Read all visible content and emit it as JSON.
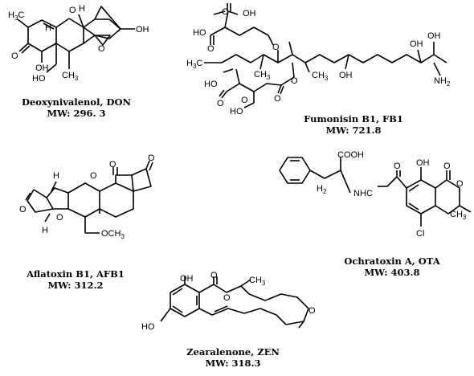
{
  "compounds": {
    "don": {
      "name": "Deoxynivalenol,   DON",
      "mw": "MW: 296. 3",
      "atoms": {
        "h3c": "H",
        "h3c_sub": "3",
        "h3c_c": "C",
        "o_ring": "O",
        "h_top": "H",
        "h_left": "H",
        "oh_right": "OH",
        "o_epox": "O",
        "o_ketone": "O",
        "oh_mid": "OH",
        "ho_bottom": "HO",
        "ch3_bottom": "CH",
        "ch3_sub": "3"
      }
    },
    "fb1": {
      "name": "Fumonisin B1, FB1",
      "mw": "MW: 721.8",
      "atoms": {
        "o_top": "O",
        "oh_top": "OH",
        "ho_left1": "HO",
        "o_left1": "O",
        "o_ester1": "O",
        "h3c": "H",
        "h3c_sub": "3",
        "h3c_c": "C",
        "ch3_a": "CH",
        "ch3_a_sub": "3",
        "ch3_b": "CH",
        "ch3_b_sub": "3",
        "oh_mid": "OH",
        "oh_right1": "OH",
        "oh_right2": "OH",
        "nh2": "NH",
        "nh2_sub": "2",
        "o_ester2": "O",
        "o_left2": "O",
        "ho_left2": "HO",
        "o_carb": "O",
        "ho_bottom": "HO",
        "o_bottom": "O"
      }
    },
    "afb1": {
      "name": "Aflatoxin B1, AFB1",
      "mw": "MW: 312.2",
      "atoms": {
        "o_top1": "O",
        "o_top2": "O",
        "o_ring": "O",
        "h_top": "H",
        "o_furan1": "O",
        "o_furan2": "O",
        "h_bottom": "H",
        "och3": "OCH",
        "och3_sub": "3"
      }
    },
    "ota": {
      "name": "Ochratoxin A, OTA",
      "mw": "MW: 403.8",
      "atoms": {
        "cooh": "COOH",
        "oh": "OH",
        "o_ketone": "O",
        "h2": "H",
        "h2_sub": "2",
        "nh": "NH",
        "c": "C",
        "o_amide": "O",
        "o_ring": "O",
        "ch3": "CH",
        "ch3_sub": "3",
        "cl": "Cl"
      }
    },
    "zen": {
      "name": "Zearalenone, ZEN",
      "mw": "MW: 318.3",
      "atoms": {
        "oh": "OH",
        "o_ketone": "O",
        "ch3": "CH",
        "ch3_sub": "3",
        "o_ring": "O",
        "ho": "HO",
        "o_right": "O"
      }
    }
  }
}
